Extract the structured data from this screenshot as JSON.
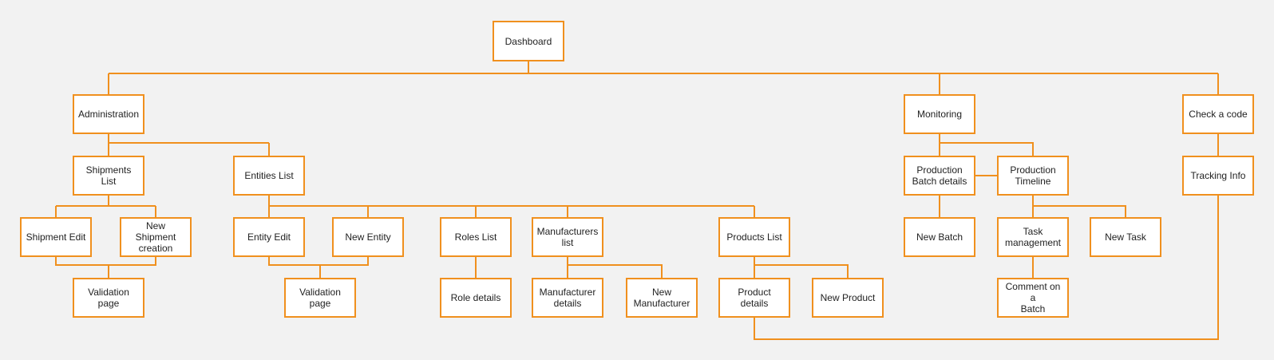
{
  "colors": {
    "background": "#f2f2f2",
    "stroke": "#f0901e",
    "node_fill": "#ffffff",
    "text": "#222222"
  },
  "nodes": {
    "dashboard": "Dashboard",
    "administration": "Administration",
    "monitoring": "Monitoring",
    "check_code": "Check a code",
    "shipments_list": "Shipments List",
    "entities_list": "Entities List",
    "shipment_edit": "Shipment Edit",
    "new_shipment": "New Shipment\ncreation",
    "validation_page_1": "Validation page",
    "entity_edit": "Entity Edit",
    "new_entity": "New Entity",
    "validation_page_2": "Validation page",
    "roles_list": "Roles List",
    "role_details": "Role details",
    "manufacturers_list": "Manufacturers\nlist",
    "manufacturer_details": "Manufacturer\ndetails",
    "new_manufacturer": "New\nManufacturer",
    "products_list": "Products List",
    "product_details": "Product details",
    "new_product": "New Product",
    "production_batch_details": "Production\nBatch details",
    "production_timeline": "Production\nTimeline",
    "new_batch": "New Batch",
    "task_management": "Task\nmanagement",
    "new_task": "New Task",
    "comment_on_batch": "Comment on a\nBatch",
    "tracking_info": "Tracking Info"
  }
}
